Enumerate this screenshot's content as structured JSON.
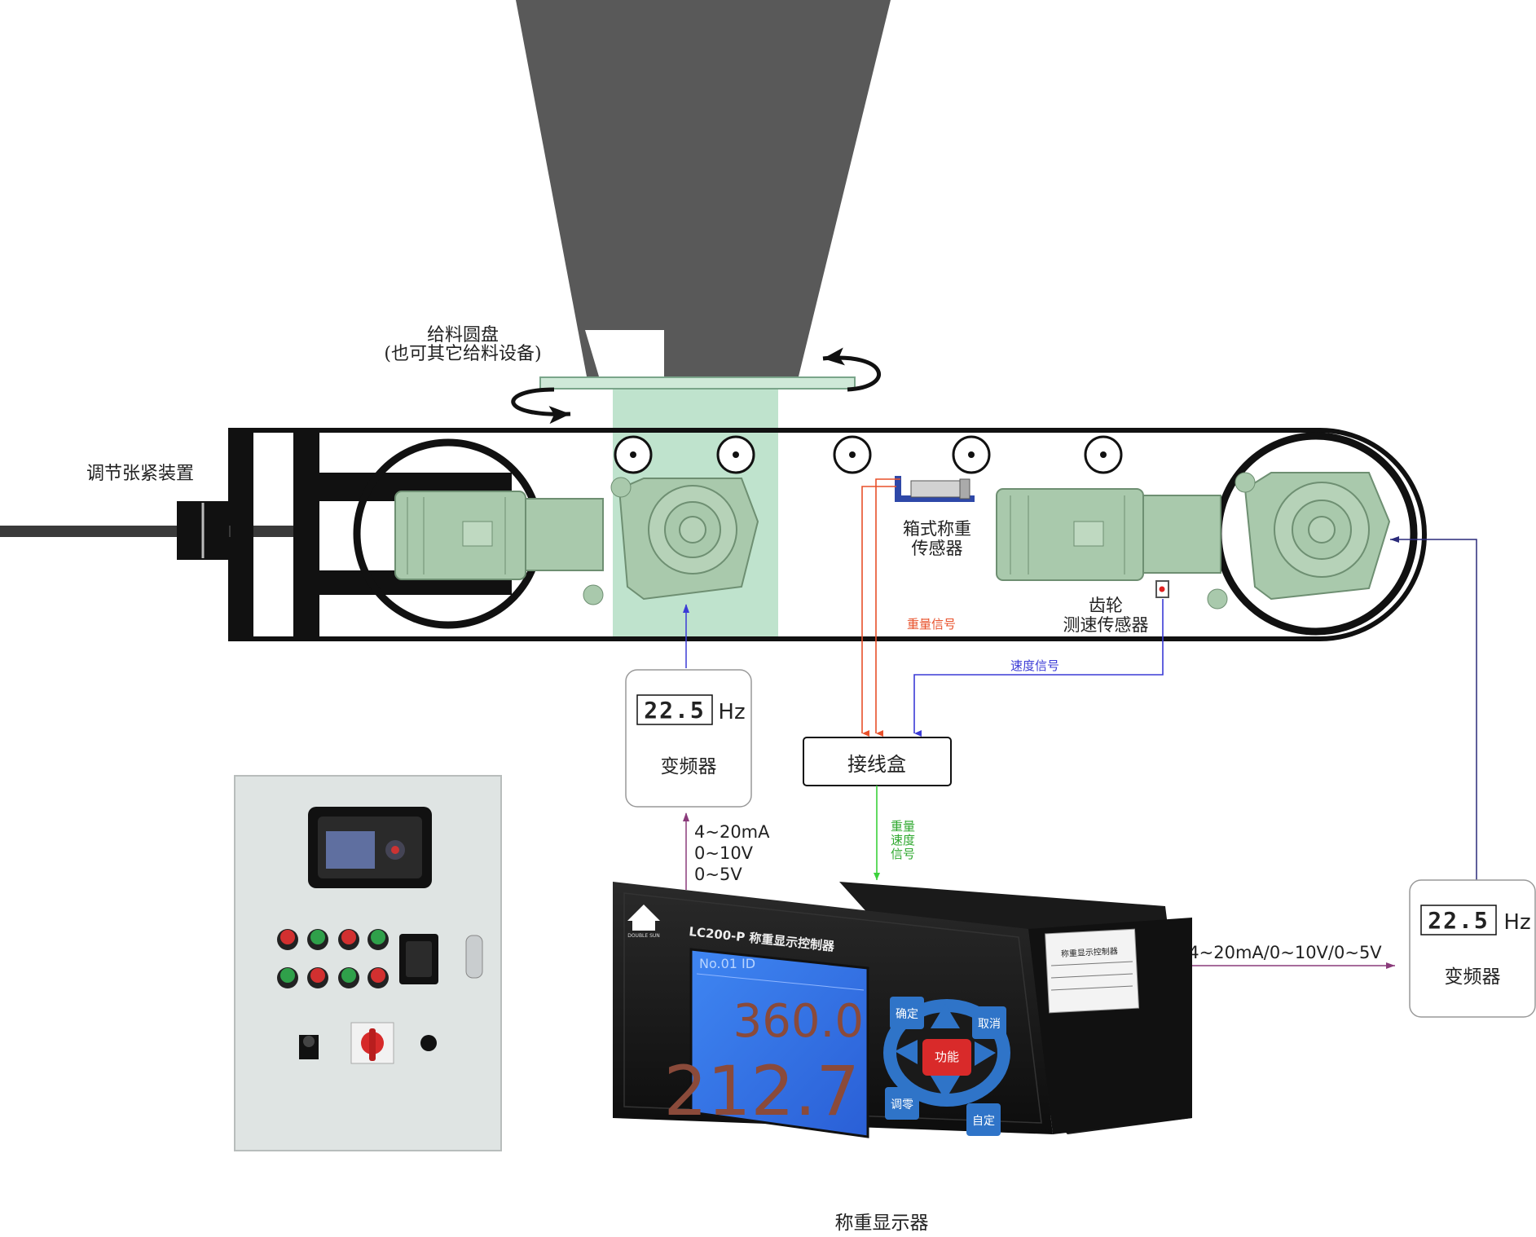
{
  "labels": {
    "feeder_title": "给料圆盘",
    "feeder_subtitle": "(也可其它给料设备)",
    "tension_device": "调节张紧装置",
    "load_cell_line1": "箱式称重",
    "load_cell_line2": "传感器",
    "speed_sensor_line1": "齿轮",
    "speed_sensor_line2": "测速传感器",
    "weight_signal": "重量信号",
    "speed_signal": "速度信号",
    "junction_box": "接线盒",
    "combined_signal_1": "重量",
    "combined_signal_2": "速度",
    "combined_signal_3": "信号",
    "output_left_1": "4~20mA",
    "output_left_2": "0~10V",
    "output_left_3": "0~5V",
    "output_right": "4~20mA/0~10V/0~5V",
    "display_caption": "称重显示器"
  },
  "vfd_left": {
    "reading": "22.5",
    "unit": "Hz",
    "name": "变频器"
  },
  "vfd_right": {
    "reading": "22.5",
    "unit": "Hz",
    "name": "变频器"
  },
  "controller": {
    "model": "LC200-P 称重显示控制器",
    "brand": "DOUBLE SUN",
    "screen_header": "No.01 ID",
    "value_top": "360.0",
    "value_bottom": "212.7",
    "btn_confirm": "确定",
    "btn_cancel": "取消",
    "btn_function": "功能",
    "btn_zero": "调零",
    "btn_custom": "自定",
    "side_label": "称重显示控制器"
  },
  "colors": {
    "hopper": "#595959",
    "motor": "#a9c9ac",
    "feed_column": "#bfe3cd",
    "weight_wire": "#e8502a",
    "speed_wire": "#3b3bd6",
    "combined_wire": "#3bd13b",
    "output_wire": "#8a3a7a",
    "screen": "#2e6fe6",
    "panel_gray": "#dfe4e3"
  }
}
